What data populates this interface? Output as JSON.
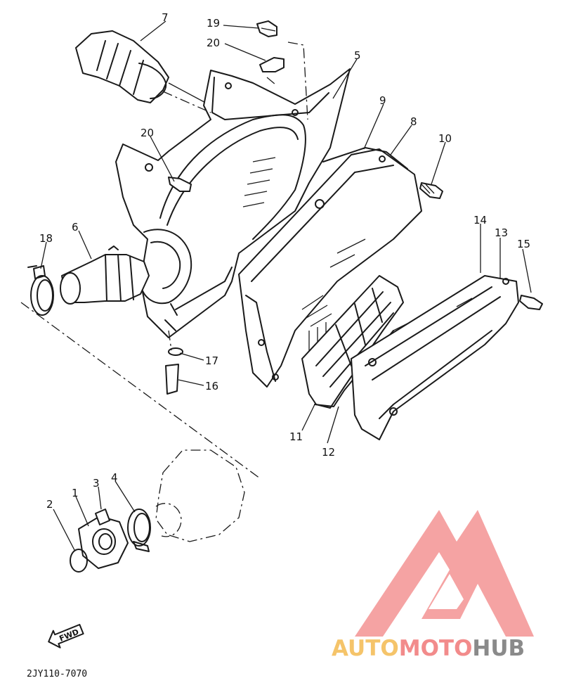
{
  "callouts": [
    {
      "id": "p1",
      "label": "1"
    },
    {
      "id": "p2",
      "label": "2"
    },
    {
      "id": "p3",
      "label": "3"
    },
    {
      "id": "p4",
      "label": "4"
    },
    {
      "id": "p5",
      "label": "5"
    },
    {
      "id": "p6",
      "label": "6"
    },
    {
      "id": "p7",
      "label": "7"
    },
    {
      "id": "p8",
      "label": "8"
    },
    {
      "id": "p9",
      "label": "9"
    },
    {
      "id": "p10",
      "label": "10"
    },
    {
      "id": "p11",
      "label": "11"
    },
    {
      "id": "p12",
      "label": "12"
    },
    {
      "id": "p13",
      "label": "13"
    },
    {
      "id": "p14",
      "label": "14"
    },
    {
      "id": "p15",
      "label": "15"
    },
    {
      "id": "p16",
      "label": "16"
    },
    {
      "id": "p17",
      "label": "17"
    },
    {
      "id": "p18",
      "label": "18"
    },
    {
      "id": "p19",
      "label": "19"
    },
    {
      "id": "p20a",
      "label": "20"
    },
    {
      "id": "p20b",
      "label": "20"
    }
  ],
  "fwd_label": "FWD",
  "diagram_code": "2JY110-7070",
  "watermark": {
    "text_auto": "AUTO",
    "text_moto": "MOTO",
    "text_hub": "HUB",
    "color_auto": "#f5c46a",
    "color_moto": "#f28b8b",
    "color_hub": "#8a8a8a",
    "logo_color": "#f5a3a3"
  }
}
